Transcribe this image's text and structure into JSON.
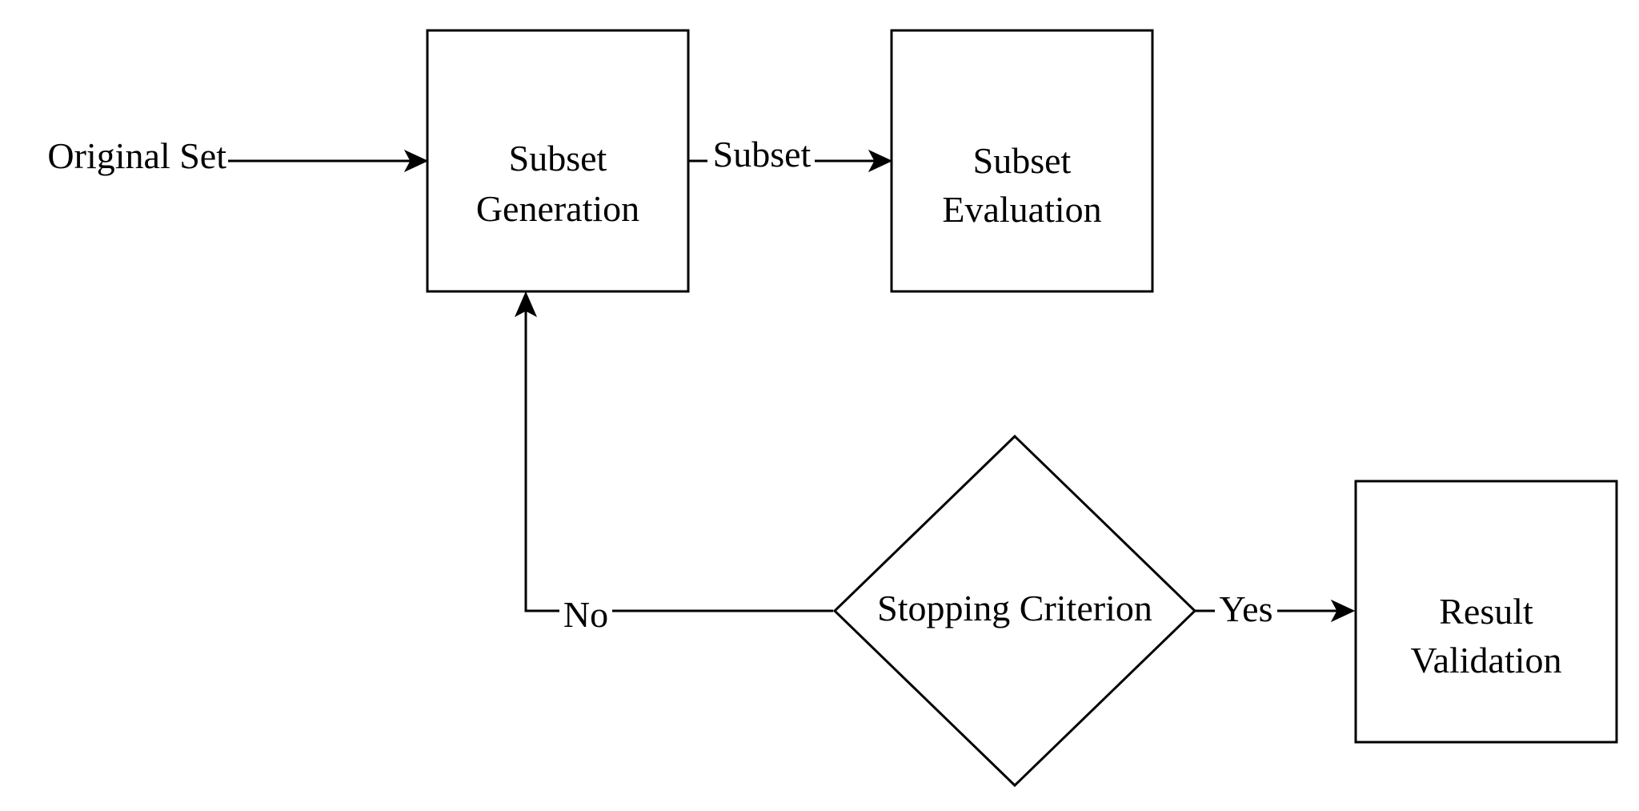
{
  "nodes": {
    "subset_generation": {
      "line1": "Subset",
      "line2": "Generation"
    },
    "subset_evaluation": {
      "line1": "Subset",
      "line2": "Evaluation"
    },
    "stopping_criterion": {
      "label": "Stopping Criterion"
    },
    "result_validation": {
      "line1": "Result",
      "line2": "Validation"
    }
  },
  "edges": {
    "input": {
      "label": "Original Set"
    },
    "generation_to_evaluation": {
      "label": "Subset"
    },
    "criterion_no": {
      "label": "No"
    },
    "criterion_yes": {
      "label": "Yes"
    }
  }
}
